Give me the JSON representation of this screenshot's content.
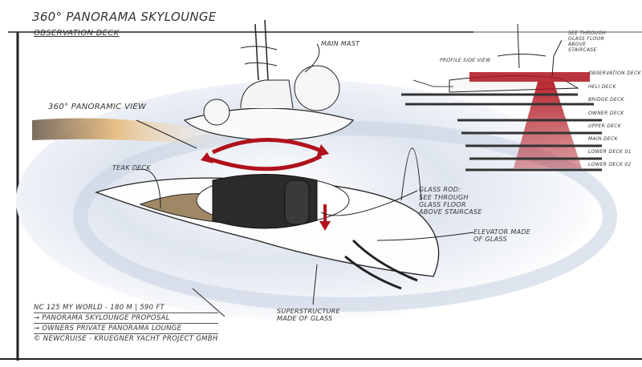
{
  "title": "360° Panorama Skylounge",
  "subtitle": "Observation Deck",
  "labels": {
    "main_mast": "Main Mast",
    "panoramic_view": "360° Panoramic View",
    "teak_deck": "Teak Deck",
    "glass_rod": "Glass Rod:",
    "see_through": "See through glass floor above staircase",
    "elevator": "Elevator made of glass",
    "superstructure": "Superstructure made of glass",
    "profile_view": "Profile side view",
    "see_through_profile": "See through glass floor above staircase"
  },
  "decks": [
    "Observation Deck",
    "Heli Deck",
    "Bridge Deck",
    "Owner Deck",
    "Upper Deck",
    "Main Deck",
    "Lower Deck 01",
    "Lower Deck 02"
  ],
  "notes": [
    "NC 125 My World - 180 M | 590 FT",
    "→ Panorama Skylounge Proposal",
    "→ Owners Private Panorama Lounge",
    "© Newcruise - Kruegner Yacht Project GmbH"
  ],
  "colors": {
    "accent": "#b0121c",
    "ink": "#222222",
    "sky": "#c9d3e3"
  }
}
